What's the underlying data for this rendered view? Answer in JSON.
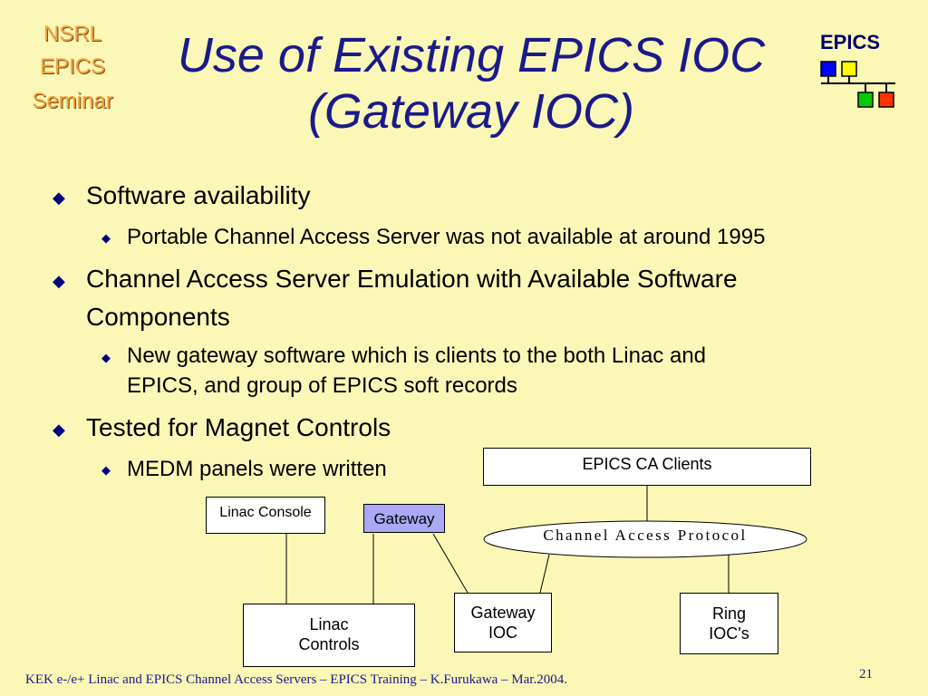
{
  "logo": {
    "line1": "NSRL",
    "line2": "EPICS",
    "line3": "Seminar"
  },
  "title": {
    "line1": "Use of Existing EPICS IOC",
    "line2": "(Gateway IOC)"
  },
  "brand": {
    "label": "EPICS",
    "colors": [
      "#0000ff",
      "#ffff00",
      "#00cc00",
      "#ff3300"
    ]
  },
  "bullets": [
    {
      "text": "Software availability",
      "sub": [
        "Portable Channel Access Server was not available at around 1995"
      ]
    },
    {
      "text_line1": "Channel Access Server Emulation with Available Software",
      "text_line2": "Components",
      "sub_line1": "New gateway software which is clients to the both Linac and",
      "sub_line2": "EPICS, and group of EPICS soft records"
    },
    {
      "text": "Tested for Magnet Controls",
      "sub": [
        "MEDM panels were written"
      ]
    }
  ],
  "diagram": {
    "epics_ca_clients": "EPICS CA Clients",
    "linac_console": "Linac Console",
    "gateway": "Gateway",
    "channel_access_protocol": "Channel Access Protocol",
    "linac_controls_line1": "Linac",
    "linac_controls_line2": "Controls",
    "gateway_ioc_line1": "Gateway",
    "gateway_ioc_line2": "IOC",
    "ring_iocs_line1": "Ring",
    "ring_iocs_line2": "IOC's",
    "gateway_color": "#a9a9f5"
  },
  "footer": {
    "text": "KEK e-/e+ Linac and EPICS Channel Access Servers – EPICS Training – K.Furukawa – Mar.2004.",
    "page_number": "21"
  }
}
